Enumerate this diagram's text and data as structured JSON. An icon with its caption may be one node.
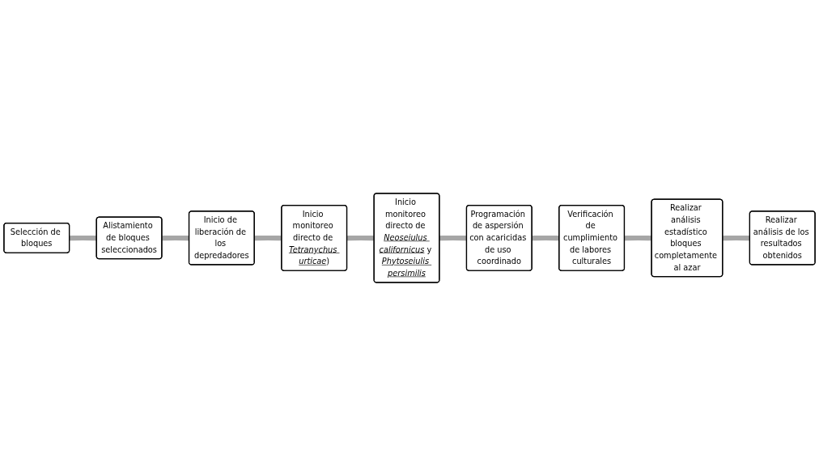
{
  "diagram": {
    "nodes": [
      {
        "text": [
          "Selección de bloques"
        ]
      },
      {
        "text": [
          "Alistamiento de bloques seleccionados"
        ]
      },
      {
        "text": [
          "Inicio de liberación de los depredadores"
        ]
      },
      {
        "text": [
          "Inicio monitoreo directo de *Tetranychus urticae*)"
        ]
      },
      {
        "text": [
          "Inicio monitoreo directo de *Neoseiulus californicus* y *Phytoseiulis persimilis*"
        ]
      },
      {
        "text": [
          "Programación de aspersión con acaricidas de uso coordinado"
        ]
      },
      {
        "text": [
          "Verificación de cumplimiento de labores culturales"
        ]
      },
      {
        "text": [
          "Realizar análisis estadístico bloques completamente al azar"
        ]
      },
      {
        "text": [
          "Realizar análisis de los resultados obtenidos"
        ]
      }
    ],
    "edges": [
      {
        "from": 0,
        "to": 1,
        "arrow": "none"
      },
      {
        "from": 1,
        "to": 2,
        "arrow": "none"
      },
      {
        "from": 2,
        "to": 3,
        "arrow": "none"
      },
      {
        "from": 3,
        "to": 4,
        "arrow": "none"
      },
      {
        "from": 4,
        "to": 5,
        "arrow": "none"
      },
      {
        "from": 5,
        "to": 6,
        "arrow": "none"
      },
      {
        "from": 6,
        "to": 7,
        "arrow": "none"
      },
      {
        "from": 7,
        "to": 8,
        "arrow": "none"
      }
    ]
  }
}
